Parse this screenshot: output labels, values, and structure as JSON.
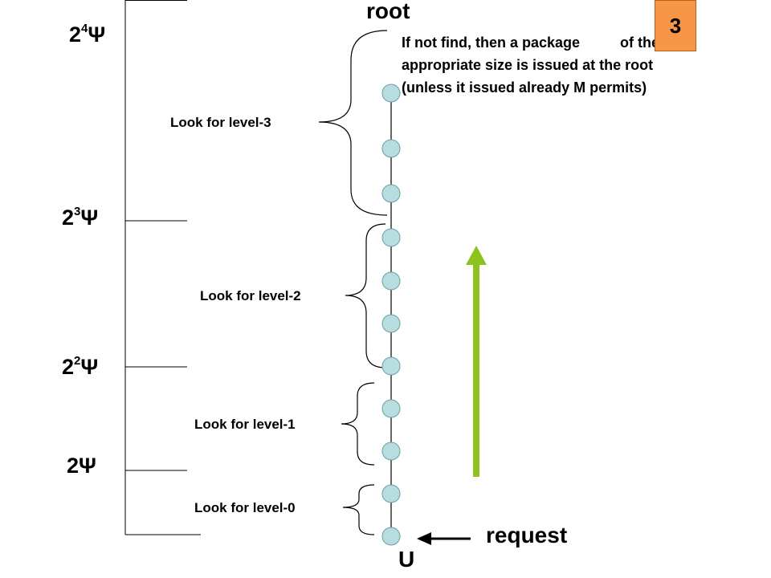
{
  "scale_labels": [
    {
      "base": "2",
      "exp": "4",
      "unit": "Ψ"
    },
    {
      "base": "2",
      "exp": "3",
      "unit": "Ψ"
    },
    {
      "base": "2",
      "exp": "2",
      "unit": "Ψ"
    },
    {
      "base": "2",
      "exp": "",
      "unit": "Ψ"
    }
  ],
  "root_label": "root",
  "level_labels": [
    "Look for level-3",
    "Look for level-2",
    "Look for level-1",
    "Look for level-0"
  ],
  "note": {
    "line1_before": "If not find, then a package",
    "line1_after": "of the",
    "line2": "appropriate size is issued at the root",
    "line3": "(unless it issued already M permits)"
  },
  "badge": "3",
  "request_label": "request",
  "node_label": "U",
  "colors": {
    "node_fill": "#b7dde0",
    "arrow": "#8dc21f",
    "badge": "#f79646"
  }
}
